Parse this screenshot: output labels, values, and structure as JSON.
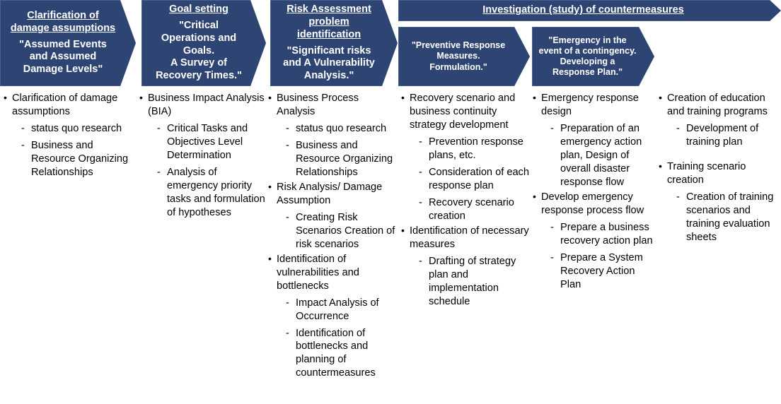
{
  "theme": {
    "arrow_fill": "#2E4573",
    "arrow_border": "#47618F",
    "arrow_text": "#FFFFFF",
    "body_text": "#000000",
    "background": "#FFFFFF"
  },
  "banners": {
    "step1": {
      "title": "Clarification of damage assumptions",
      "subtitle": "\"Assumed Events and Assumed Damage Levels\""
    },
    "step2": {
      "title": "Goal setting",
      "subtitle": "\"Critical Operations and Goals.\nA Survey of Recovery Times.\""
    },
    "step3": {
      "title": "Risk Assessment problem identification",
      "subtitle": "\"Significant risks and A Vulnerability Analysis.\""
    },
    "step4_group": {
      "title": "Investigation (study) of countermeasures"
    },
    "step4": {
      "subtitle": "\"Preventive Response Measures.\nFormulation.\""
    },
    "step5": {
      "subtitle": "\"Emergency in the event of a contingency.\nDeveloping a Response Plan.\""
    }
  },
  "columns": [
    {
      "id": "col-1",
      "items": [
        {
          "level": 1,
          "text": "Clarification of damage assumptions"
        },
        {
          "level": 2,
          "text": "status quo research"
        },
        {
          "level": 2,
          "text": "Business and Resource  Organizing Relationships"
        }
      ]
    },
    {
      "id": "col-2",
      "items": [
        {
          "level": 1,
          "text": "Business Impact Analysis (BIA)"
        },
        {
          "level": 2,
          "text": "Critical Tasks and Objectives  Level Determination"
        },
        {
          "level": 2,
          "text": "Analysis of emergency priority tasks and formulation of hypotheses"
        }
      ]
    },
    {
      "id": "col-3",
      "items": [
        {
          "level": 1,
          "text": "Business Process Analysis"
        },
        {
          "level": 2,
          "text": "status quo research"
        },
        {
          "level": 2,
          "text": "Business and Resource  Organizing Relationships"
        },
        {
          "level": 1,
          "text": "Risk Analysis/ Damage Assumption"
        },
        {
          "level": 2,
          "text": "Creating Risk Scenarios  Creation of risk scenarios"
        },
        {
          "level": 1,
          "text": "Identification of vulnerabilities and bottlenecks"
        },
        {
          "level": 2,
          "text": "Impact Analysis of Occurrence"
        },
        {
          "level": 2,
          "text": "Identification of bottlenecks and planning of countermeasures"
        }
      ]
    },
    {
      "id": "col-4",
      "items": [
        {
          "level": 1,
          "text": "Recovery scenario and business continuity strategy development"
        },
        {
          "level": 2,
          "text": "Prevention response plans, etc."
        },
        {
          "level": 2,
          "text": "Consideration of each response plan"
        },
        {
          "level": 2,
          "text": "Recovery scenario creation"
        },
        {
          "level": 1,
          "text": "Identification of necessary measures"
        },
        {
          "level": 2,
          "text": "Drafting of strategy plan and implementation schedule"
        }
      ]
    },
    {
      "id": "col-5",
      "items": [
        {
          "level": 1,
          "text": "Emergency response design"
        },
        {
          "level": 2,
          "text": "Preparation of an emergency action plan,  Design of overall disaster response flow"
        },
        {
          "level": 1,
          "text": "Develop emergency response process flow"
        },
        {
          "level": 2,
          "text": "Prepare a business recovery action plan"
        },
        {
          "level": 2,
          "text": "Prepare a System Recovery Action Plan"
        }
      ]
    },
    {
      "id": "col-6",
      "items": [
        {
          "level": 1,
          "text": "Creation of education and training programs"
        },
        {
          "level": 2,
          "text": "Development of training plan"
        },
        {
          "level": 1,
          "text": "Training scenario creation",
          "spacer_before": true
        },
        {
          "level": 2,
          "text": "Creation of training scenarios and training evaluation sheets"
        }
      ]
    }
  ]
}
